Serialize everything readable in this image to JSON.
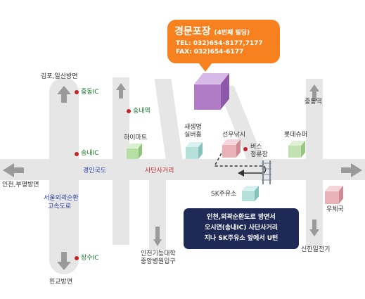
{
  "destination": {
    "name": "경문포장",
    "note": "(4번째 빌딩)",
    "tel": "TEL: 032)654-8177,7177",
    "fax": "FAX: 032)654-6177"
  },
  "directions": {
    "line1": "인천,외곽순환도로 방면서",
    "line2": "오시면(송내IC) 사단사거리",
    "line3": "지나 SK주유소 앞에서 U턴"
  },
  "labels": {
    "gimpo": "김포,일산방면",
    "jungdong_ic": "중동IC",
    "songnae_station": "송내역",
    "himart": "하이마트",
    "saesaengmyeong": "새생명",
    "silver_home": "실버홈",
    "seonu_fishing": "선우낚시",
    "bus_stop": "버스",
    "bus_stop2": "정류장",
    "lotte_super": "롯데슈퍼",
    "jungdong_station": "중동역",
    "songnae_ic": "송내IC",
    "gyeongin_road": "경인국도",
    "sadan_intersection": "사단사거리",
    "incheon_bupyeong": "인천,부평방면",
    "seoul_ring": "서울외곽순환",
    "expressway": "고속도로",
    "sk_gas": "SK주유소",
    "post_office": "우체국",
    "jangsu_ic": "장수IC",
    "incheon_tech": "인천기능대학",
    "joongang_hospital": "중앙병원입구",
    "shinhan": "신한일전기",
    "pyeonggyo": "핀교방면"
  },
  "colors": {
    "callout": "#f7811f",
    "info_box": "#1e2a55",
    "road": "#e6e6e6",
    "target_building": "#b07cc6"
  }
}
